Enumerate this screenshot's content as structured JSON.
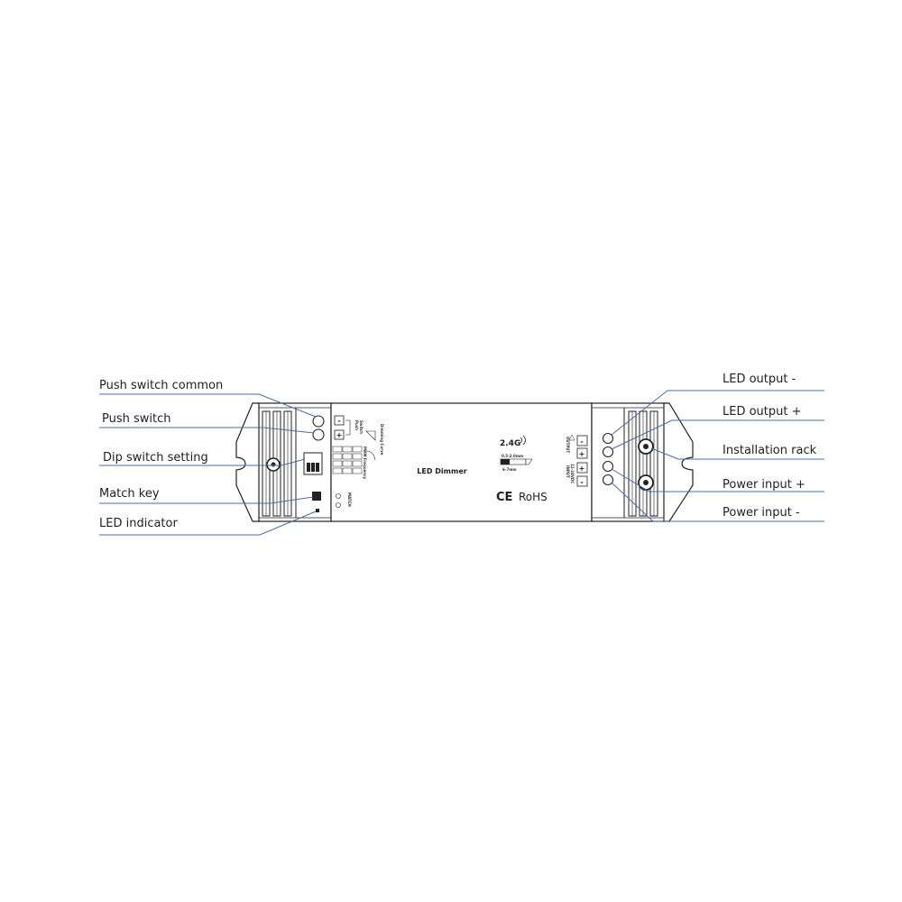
{
  "diagram": {
    "left_labels": {
      "push_switch_common": "Push switch common",
      "push_switch": "Push switch",
      "dip_switch_setting": "Dip switch setting",
      "match_key": "Match key",
      "led_indicator": "LED indicator"
    },
    "right_labels": {
      "led_output_minus": "LED output -",
      "led_output_plus": "LED output +",
      "installation_rack": "Installation rack",
      "power_input_plus": "Power input +",
      "power_input_minus": "Power input -"
    },
    "device": {
      "name": "LED Dimmer",
      "frequency": "2.4G",
      "cert_ce": "CE",
      "cert_rohs": "RoHS",
      "wire_gauge": "0.5-2.0mm",
      "strip_length": "6-7mm",
      "push_label": "Push",
      "switch_label": "Switch",
      "match_label": "MATCH",
      "output_label": "OUTPUT",
      "input_label": "INPUT",
      "voltage_label": "12-24VDC",
      "dimming_curve_label": "Dimming Curve",
      "pwm_frequency_label": "PWM Frequency",
      "terminal_minus": "-",
      "terminal_plus": "+"
    },
    "colors": {
      "callout_line": "#3f6fb0",
      "outline": "#222222"
    }
  }
}
